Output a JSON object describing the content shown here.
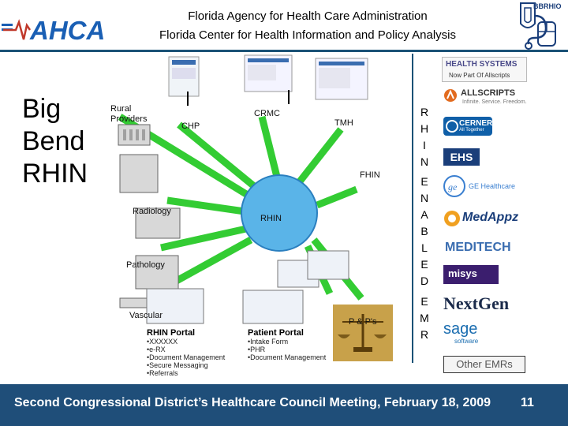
{
  "header": {
    "logo_text": "AHCA",
    "line1": "Florida Agency for Health Care Administration",
    "line2": "Florida Center for Health Information and Policy Analysis",
    "seal_text": "BBRHIO"
  },
  "title": {
    "line1": "Big",
    "line2": "Bend",
    "line3": "RHIN"
  },
  "diagram": {
    "hub": "RHIN",
    "nodes": {
      "rural": "Rural\nProviders",
      "chp": "CHP",
      "crmc": "CRMC",
      "tmh": "TMH",
      "fhin": "FHIN",
      "radiology": "Radiology",
      "pathology": "Pathology",
      "vascular": "Vascular",
      "pnps": "P & P's"
    },
    "rhin_portal": {
      "title": "RHIN Portal",
      "items": [
        "•XXXXXX",
        "•e-RX",
        "•Document Management",
        "•Secure Messaging",
        "•Referrals"
      ]
    },
    "patient_portal": {
      "title": "Patient Portal",
      "items": [
        "•Intake Form",
        "•PHR",
        "•Document Management"
      ]
    }
  },
  "side_labels": {
    "rhin": [
      "R",
      "H",
      "I",
      "N"
    ],
    "enabled": [
      "E",
      "N",
      "A",
      "B",
      "L",
      "E",
      "D"
    ],
    "emr": [
      "E",
      "M",
      "R"
    ]
  },
  "vendors": {
    "health_systems": "HEALTH SYSTEMS",
    "health_systems_sub": "Now Part Of Allscripts",
    "allscripts": "ALLSCRIPTS",
    "allscripts_sub": "Infinite. Service. Freedom.",
    "cerner": "CERNER",
    "cerner_sub": "All Together",
    "ehs": "EHS",
    "ge": "GE Healthcare",
    "medappz": "MedAppz",
    "meditech": "MEDITECH",
    "misys": "misys",
    "nextgen": "NextGen",
    "sage": "sage",
    "sage_sub": "software",
    "other": "Other EMRs"
  },
  "footer": {
    "text": "Second Congressional District’s  Healthcare Council Meeting, February 18, 2009",
    "page": "11"
  },
  "colors": {
    "footer_bg": "#1f4e79",
    "arrow_green": "#33cc33",
    "hub_blue": "#5ab4e8",
    "cerner_blue": "#0f5fa8",
    "meditech_blue": "#3a6db0",
    "misys_purple": "#3b1e6e"
  }
}
